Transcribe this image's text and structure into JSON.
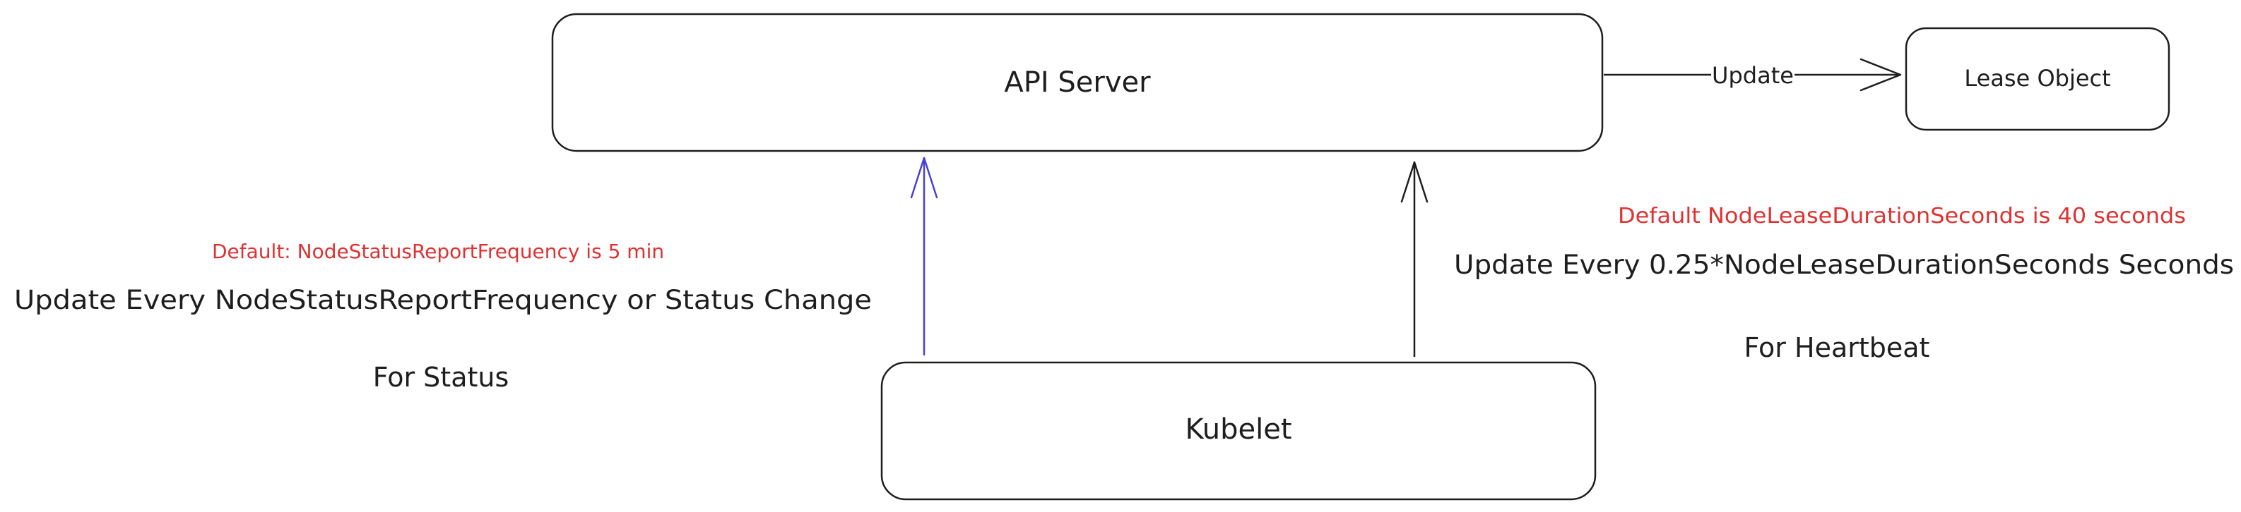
{
  "nodes": {
    "api_server": "API Server",
    "lease_object": "Lease Object",
    "kubelet": "Kubelet"
  },
  "edges": {
    "update": "Update"
  },
  "left_notes": {
    "default": "Default: NodeStatusReportFrequency is 5 min",
    "update": "Update Every NodeStatusReportFrequency or Status Change",
    "purpose": "For Status"
  },
  "right_notes": {
    "default": "Default NodeLeaseDurationSeconds is 40 seconds",
    "update": "Update Every 0.25*NodeLeaseDurationSeconds Seconds",
    "purpose": "For Heartbeat"
  },
  "colors": {
    "stroke": "#1e1e1e",
    "status_arrow": "#4c3fd6",
    "default_note": "#e03131"
  }
}
